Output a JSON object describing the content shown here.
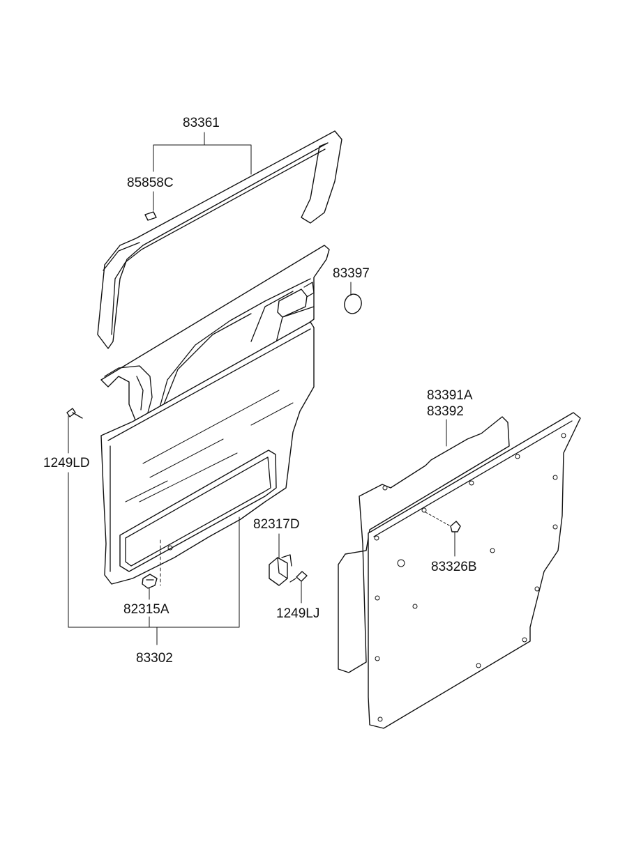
{
  "parts": {
    "p83361": "83361",
    "p85858C": "85858C",
    "p83397": "83397",
    "p1249LD": "1249LD",
    "p82317D": "82317D",
    "p1249LJ": "1249LJ",
    "p82315A": "82315A",
    "p83302": "83302",
    "p83391A": "83391A",
    "p83392": "83392",
    "p83326B": "83326B"
  }
}
